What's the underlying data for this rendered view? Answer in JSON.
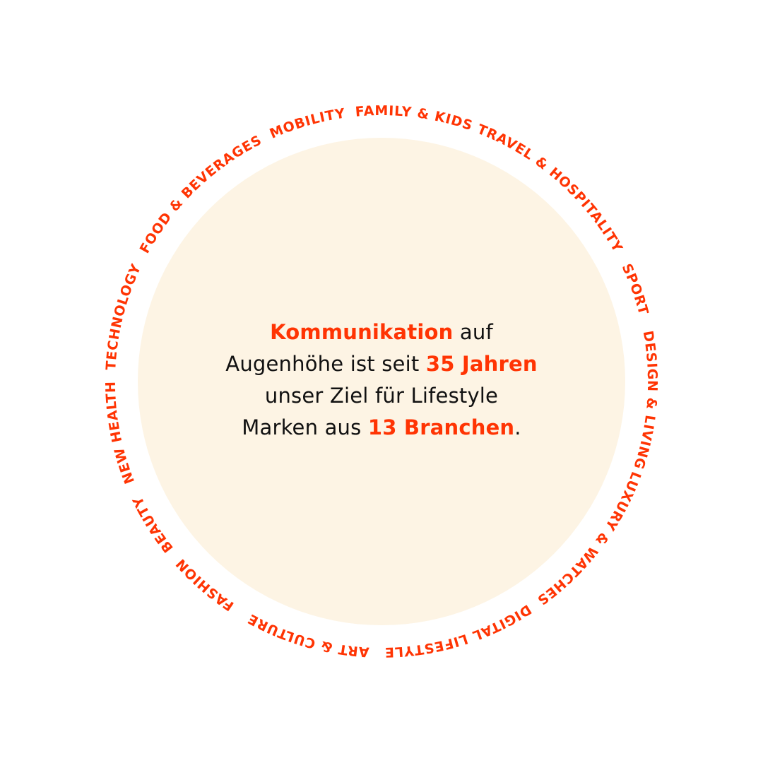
{
  "colors": {
    "accent": "#ff3403",
    "disc": "#fdf4e4",
    "text": "#111111"
  },
  "claim": {
    "l1_hl": "Kommunikation",
    "l1_rest": " auf",
    "l2_pre": "Augenhöhe ist seit ",
    "l2_hl": "35 Jahren",
    "l3": "unser Ziel für Lifestyle",
    "l4_pre": "Marken aus ",
    "l4_hl": "13 Branchen",
    "l4_end": "."
  },
  "industries": [
    "FAMILY & KIDS",
    "TRAVEL & HOSPITALITY",
    "SPORT",
    "DESIGN & LIVING",
    "LUXURY & WATCHES",
    "DIGITAL LIFESTYLE",
    "ART & CULTURE",
    "FASHION",
    "BEAUTY",
    "NEW HEALTH",
    "TECHNOLOGY",
    "FOOD & BEVERAGES",
    "MOBILITY"
  ]
}
